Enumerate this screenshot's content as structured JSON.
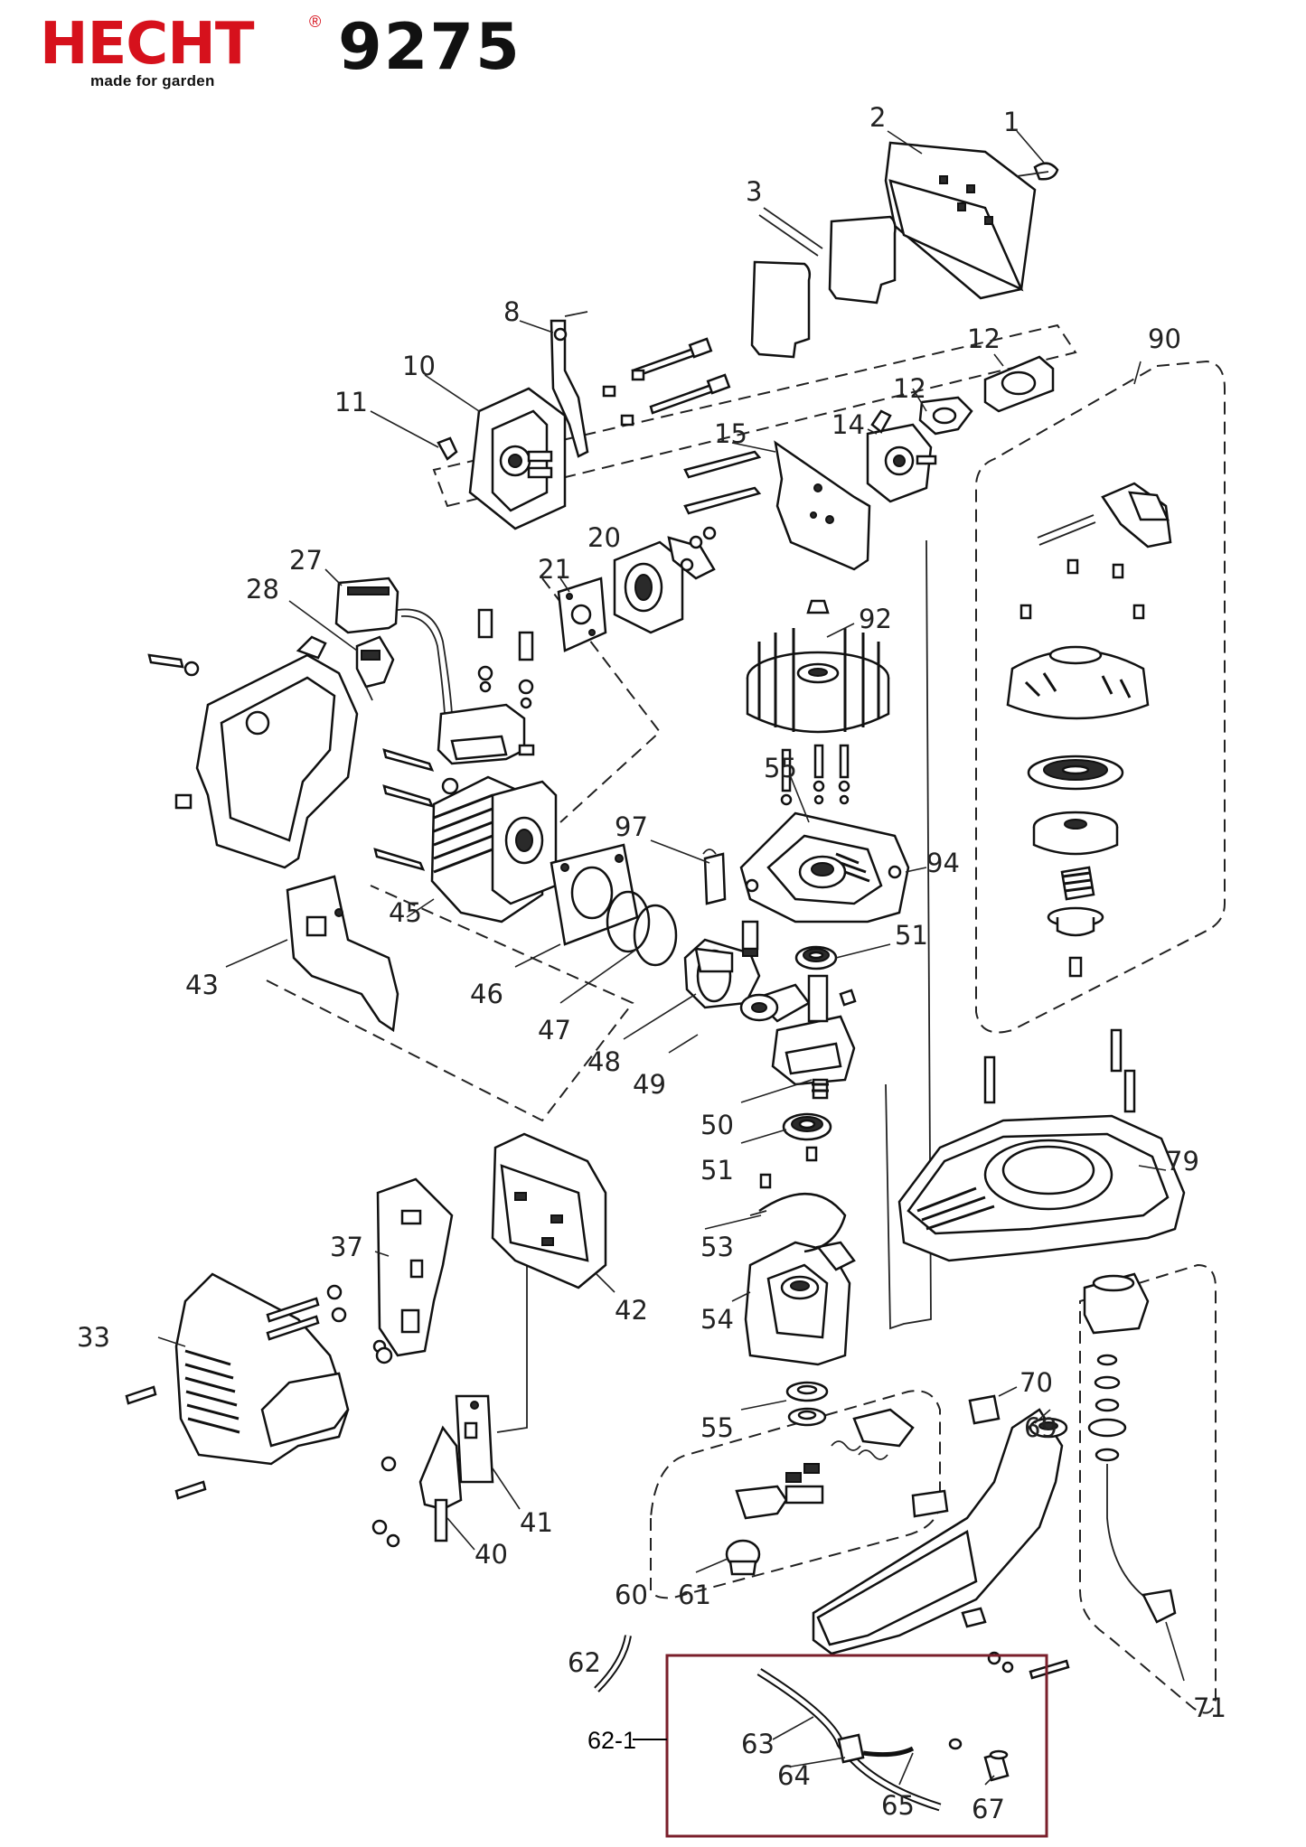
{
  "header": {
    "brand": "HECHT",
    "registered_mark": "®",
    "tagline": "made for garden",
    "model": "9275"
  },
  "colors": {
    "brand_red": "#d6111c",
    "line": "#111111",
    "highlight_box": "#7a1f2b"
  },
  "labels": {
    "p1": "1",
    "p2": "2",
    "p3": "3",
    "p8": "8",
    "p10": "10",
    "p11": "11",
    "p12a": "12",
    "p12b": "12",
    "p14": "14",
    "p15": "15",
    "p20": "20",
    "p21": "21",
    "p27": "27",
    "p28": "28",
    "p33": "33",
    "p37": "37",
    "p40": "40",
    "p41": "41",
    "p42": "42",
    "p43": "43",
    "p45": "45",
    "p46": "46",
    "p47": "47",
    "p48": "48",
    "p49": "49",
    "p50": "50",
    "p51a": "51",
    "p51b": "51",
    "p53": "53",
    "p54": "54",
    "p55a": "55",
    "p55b": "55",
    "p60": "60",
    "p61": "61",
    "p62": "62",
    "p62_1": "62-1",
    "p63": "63",
    "p64": "64",
    "p65": "65",
    "p67": "67",
    "p69": "69",
    "p70": "70",
    "p71": "71",
    "p79": "79",
    "p90": "90",
    "p92": "92",
    "p94": "94",
    "p97": "97"
  }
}
